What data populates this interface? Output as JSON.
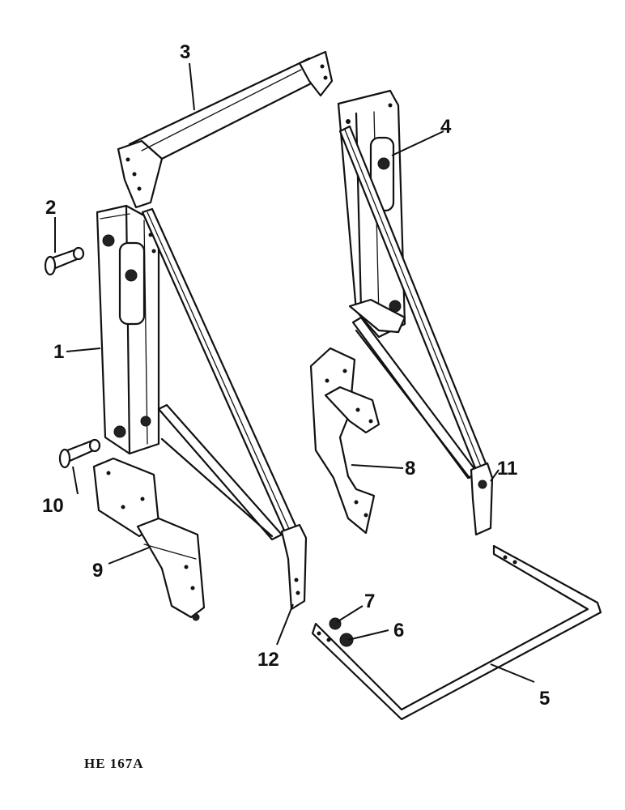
{
  "callouts": {
    "c1": "1",
    "c2": "2",
    "c3": "3",
    "c4": "4",
    "c5": "5",
    "c6": "6",
    "c7": "7",
    "c8": "8",
    "c9": "9",
    "c10": "10",
    "c11": "11",
    "c12": "12"
  },
  "reference": "HE 167A"
}
